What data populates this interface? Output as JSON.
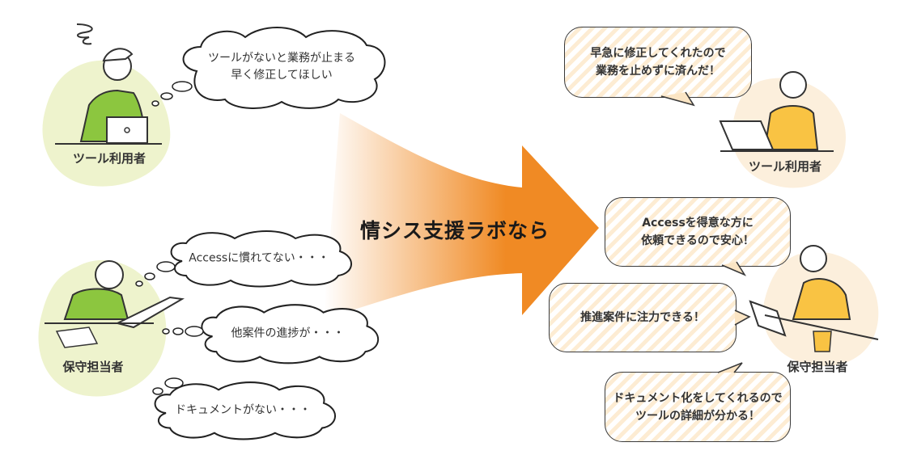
{
  "before": {
    "tool_user": {
      "label": "ツール利用者",
      "thought": [
        "ツールがないと業務が止まる",
        "早く修正してほしい"
      ]
    },
    "maintainer": {
      "label": "保守担当者",
      "thoughts": [
        "Accessに慣れてない・・・",
        "他案件の進捗が・・・",
        "ドキュメントがない・・・"
      ]
    }
  },
  "arrow": {
    "label": "情シス支援ラボなら"
  },
  "after": {
    "tool_user": {
      "label": "ツール利用者",
      "speech": [
        "早急に修正してくれたので",
        "業務を止めずに済んだ！"
      ]
    },
    "maintainer": {
      "label": "保守担当者",
      "speeches": [
        [
          "Accessを得意な方に",
          "依頼できるので安心！"
        ],
        [
          "推進案件に注力できる！"
        ],
        [
          "ドキュメント化をしてくれるので",
          "ツールの詳細が分かる！"
        ]
      ]
    }
  },
  "colors": {
    "arrow": "#f08a24",
    "green": "#8cc63f",
    "green_bg": "#eef3cd",
    "yellow": "#f9c343",
    "yellow_bg": "#fcefdc"
  }
}
